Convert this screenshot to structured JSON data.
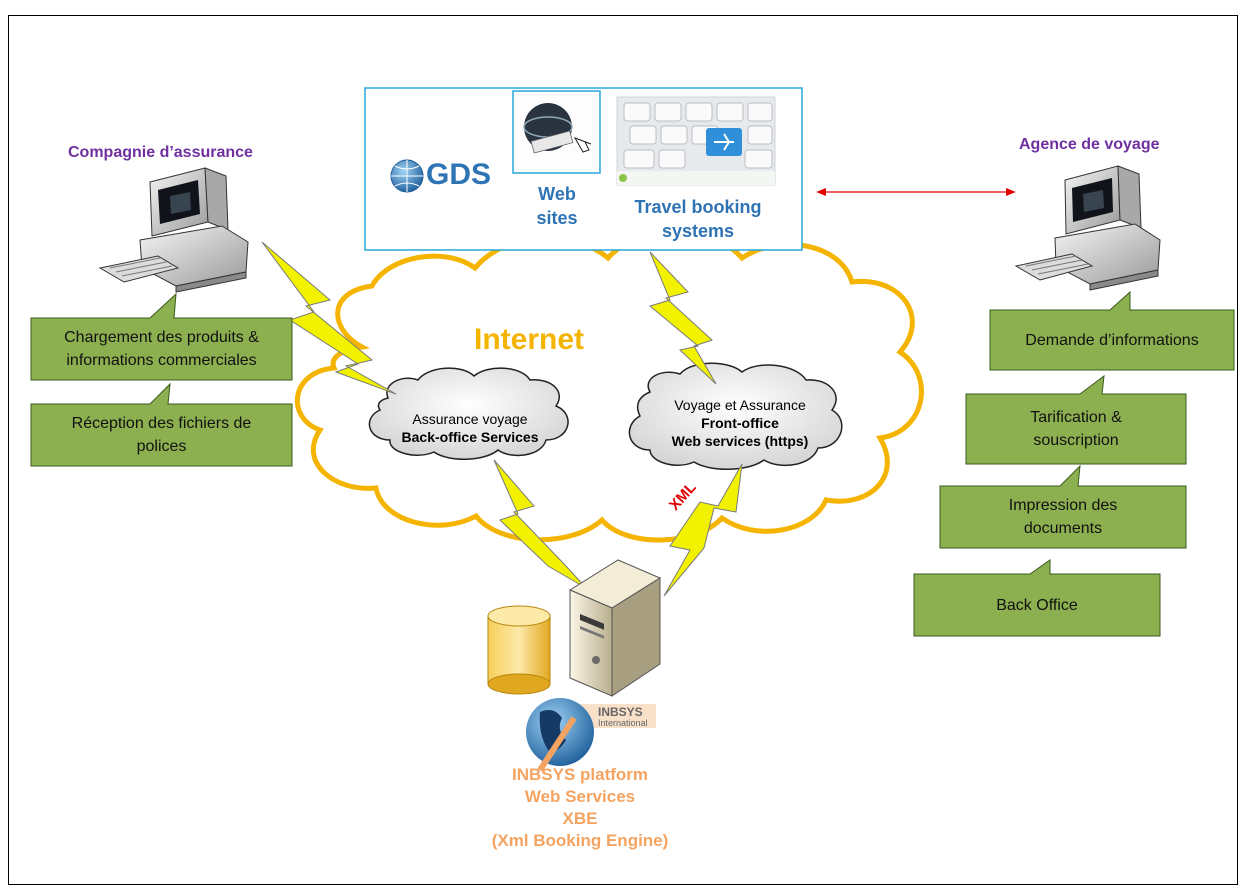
{
  "left_entity": {
    "title": "Compagnie d’assurance"
  },
  "right_entity": {
    "title": "Agence de voyage"
  },
  "top_box": {
    "gds_label": "GDS",
    "web_sites_line1": "Web",
    "web_sites_line2": "sites",
    "travel_line1": "Travel booking",
    "travel_line2": "systems"
  },
  "internet": {
    "label": "Internet"
  },
  "cloud_left": {
    "line1": "Assurance voyage",
    "line2": "Back-office Services"
  },
  "cloud_right": {
    "line1": "Voyage et Assurance",
    "line2": "Front-office",
    "line3": "Web services (https)"
  },
  "xml_label": "XML",
  "left_callouts": [
    {
      "line1": "Chargement des produits &",
      "line2": "informations commerciales"
    },
    {
      "line1": "Réception des fichiers de",
      "line2": "polices"
    }
  ],
  "right_callouts": [
    {
      "line1": "Demande d’informations",
      "line2": ""
    },
    {
      "line1": "Tarification &",
      "line2": "souscription"
    },
    {
      "line1": "Impression des",
      "line2": "documents"
    },
    {
      "line1": "Back Office",
      "line2": ""
    }
  ],
  "platform": {
    "logo_text1": "INBSYS",
    "logo_text2": "International",
    "line1": "INBSYS platform",
    "line2": "Web Services",
    "line3": "XBE",
    "line4": "(Xml Booking Engine)"
  },
  "colors": {
    "callout_fill": "#8cb050",
    "callout_border": "#3a5a1c",
    "cloud_outline": "#f5b400",
    "lightning": "#f2f200",
    "top_box_border": "#27a8d8",
    "title_purple": "#7030a0",
    "title_blue": "#2e74b5",
    "platform_orange": "#f4a460",
    "arrow_red": "#e00000"
  },
  "icons": [
    "computer-icon",
    "server-icon",
    "database-icon",
    "globe-icon",
    "keyboard-icon",
    "inbsys-logo"
  ]
}
